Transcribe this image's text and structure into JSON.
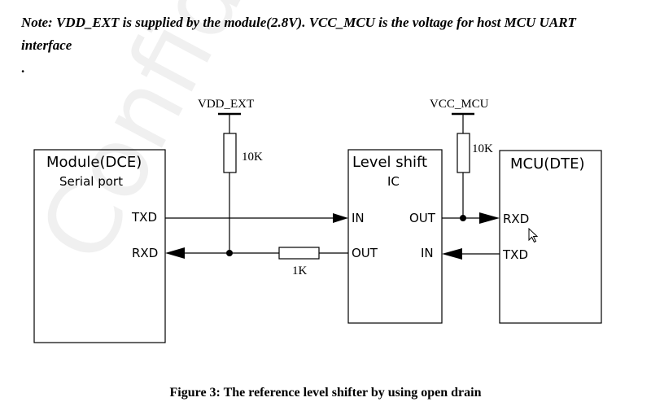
{
  "note": {
    "text": "Note: VDD_EXT is supplied by the module(2.8V). VCC_MCU is the voltage for host MCU UART interface",
    "trailing": "."
  },
  "watermark": {
    "text": "Confidential"
  },
  "diagram": {
    "module": {
      "title": "Module(DCE)",
      "subtitle": "Serial port",
      "txd": "TXD",
      "rxd": "RXD"
    },
    "level_shift": {
      "title": "Level shift",
      "subtitle": "IC",
      "in_left": "IN",
      "out_right": "OUT",
      "out_left": "OUT",
      "in_right": "IN"
    },
    "mcu": {
      "title": "MCU(DTE)",
      "rxd": "RXD",
      "txd": "TXD"
    },
    "rails": {
      "vdd_ext": "VDD_EXT",
      "vcc_mcu": "VCC_MCU"
    },
    "resistors": {
      "pullup_module": "10K",
      "pullup_mcu": "10K",
      "series": "1K"
    }
  },
  "caption": {
    "text": "Figure 3: The reference level shifter by using open drain"
  }
}
